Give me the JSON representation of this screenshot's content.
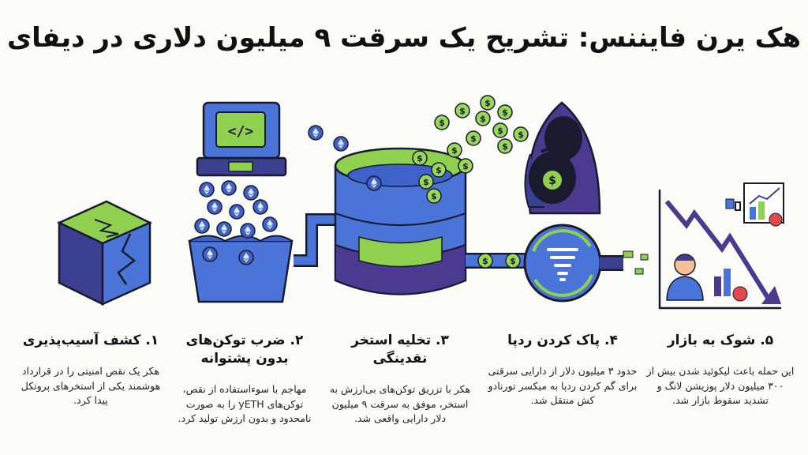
{
  "title": "هک یرن فایننس: تشریح یک سرقت ۹ میلیون دلاری در دیفای",
  "steps": [
    {
      "heading": "۱. کشف آسیب‌پذیری",
      "body": "هکر یک نقص امنیتی را در قرارداد هوشمند یکی از استخرهای پروتکل پیدا کرد."
    },
    {
      "heading": "۲. ضرب توکن‌های بدون پشتوانه",
      "body": "مهاجم با سوءاستفاده از نقص، توکن‌های yETH را به صورت نامحدود و بدون ارزش تولید کرد."
    },
    {
      "heading": "۳. تخلیه استخر نقدینگی",
      "body": "هکر با تزریق توکن‌های بی‌ارزش به استخر، موفق به سرقت ۹ میلیون دلار دارایی واقعی شد."
    },
    {
      "heading": "۴. پاک کردن ردپا",
      "body": "حدود ۳ میلیون دلار از دارایی سرقتی برای گم کردن ردپا به میکسر تورنادو کش منتقل شد."
    },
    {
      "heading": "۵. شوک به بازار",
      "body": "این حمله باعث لیکوئید شدن بیش از ۳۰۰ میلیون دلار پوزیشن لانگ و تشدید سقوط بازار شد."
    }
  ],
  "icons": {
    "step1": "cracked-cube-icon",
    "step2": "code-minting-machine-icon",
    "step3": "liquidity-pool-tank-icon",
    "step4": "tornado-mixer-icon",
    "step5": "market-crash-icon",
    "hacker": "hooded-hacker-icon"
  },
  "code_symbol": "</>",
  "coin_symbol": "$",
  "colors": {
    "blue": "#4a74d8",
    "dark_blue": "#3a3f8f",
    "purple": "#4b3a8f",
    "green": "#8fd14f",
    "red": "#e04a4a",
    "outline": "#1a1a2e"
  }
}
